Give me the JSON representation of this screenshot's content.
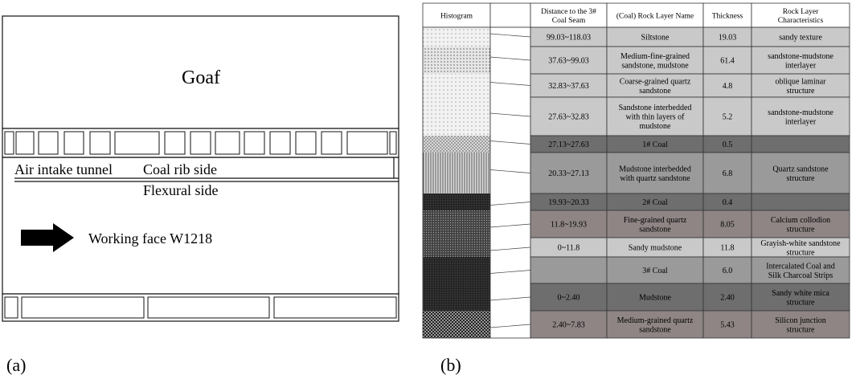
{
  "panel_a": {
    "goaf": "Goaf",
    "air_intake": "Air intake tunnel",
    "coal_rib": "Coal rib side",
    "flexural": "Flexural side",
    "working_face": "Working face W1218",
    "label": "(a)"
  },
  "panel_b": {
    "label": "(b)",
    "headers": {
      "histogram": "Histogram",
      "distance": "Distance to the 3# Coal Seam",
      "name": "(Coal) Rock Layer Name",
      "thickness": "Thickness",
      "characteristics": "Rock Layer Characteristics"
    },
    "rows": [
      {
        "distance": "99.03~118.03",
        "name": "Siltstone",
        "thickness": "19.03",
        "char": "sandy texture",
        "shade": "light"
      },
      {
        "distance": "37.63~99.03",
        "name": "Medium-fine-grained sandstone, mudstone",
        "thickness": "61.4",
        "char": "sandstone-mudstone interlayer",
        "shade": "light"
      },
      {
        "distance": "32.83~37.63",
        "name": "Coarse-grained quartz sandstone",
        "thickness": "4.8",
        "char": "oblique laminar structure",
        "shade": "light"
      },
      {
        "distance": "27.63~32.83",
        "name": "Sandstone interbedded with thin layers of mudstone",
        "thickness": "5.2",
        "char": "sandstone-mudstone interlayer",
        "shade": "light"
      },
      {
        "distance": "27.13~27.63",
        "name": "1# Coal",
        "thickness": "0.5",
        "char": "",
        "shade": "dark"
      },
      {
        "distance": "20.33~27.13",
        "name": "Mudstone interbedded with quartz sandstone",
        "thickness": "6.8",
        "char": "Quartz sandstone structure",
        "shade": "mid"
      },
      {
        "distance": "19.93~20.33",
        "name": "2# Coal",
        "thickness": "0.4",
        "char": "",
        "shade": "dark"
      },
      {
        "distance": "11.8~19.93",
        "name": "Fine-grained quartz sandstone",
        "thickness": "8.05",
        "char": "Calcium collodion structure",
        "shade": "brown"
      },
      {
        "distance": "0~11.8",
        "name": "Sandy mudstone",
        "thickness": "11.8",
        "char": "Grayish-white sandstone structure",
        "shade": "light"
      },
      {
        "distance": "",
        "name": "3# Coal",
        "thickness": "6.0",
        "char": "Intercalated Coal and Silk Charcoal Strips",
        "shade": "mid"
      },
      {
        "distance": "0~2.40",
        "name": "Mudstone",
        "thickness": "2.40",
        "char": "Sandy white mica structure",
        "shade": "dark"
      },
      {
        "distance": "2.40~7.83",
        "name": "Medium-grained quartz sandstone",
        "thickness": "5.43",
        "char": "Silicon junction structure",
        "shade": "brown"
      }
    ],
    "colors": {
      "light": "#c9c9c9",
      "mid": "#9a9a9a",
      "dark": "#6e6e6e",
      "brown": "#8f8585",
      "header": "#ffffff"
    }
  }
}
